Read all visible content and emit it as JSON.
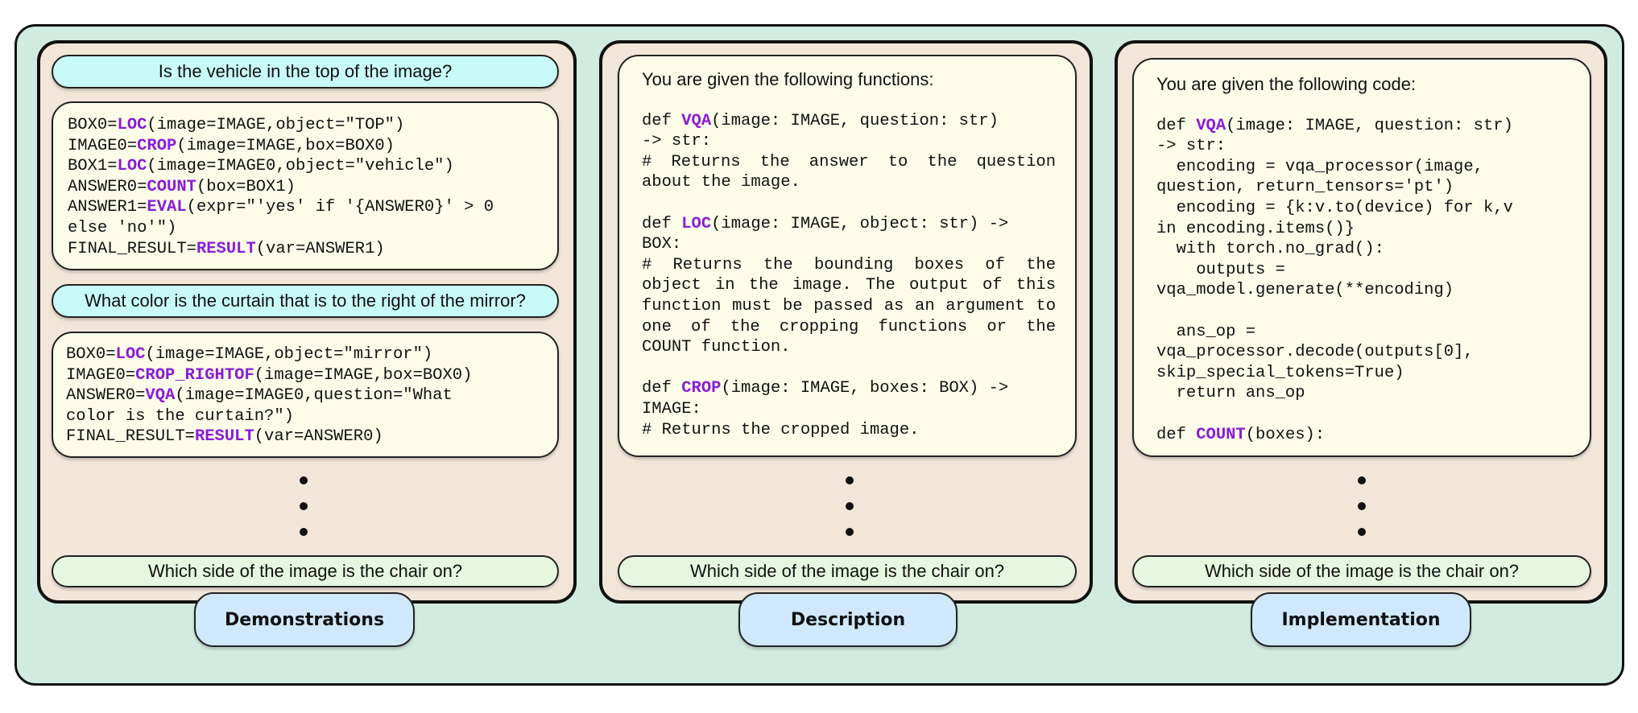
{
  "demonstrations": {
    "q1": "Is the vehicle in the top of the image?",
    "code1": [
      {
        "pre": "BOX0=",
        "fn": "LOC",
        "post": "(image=IMAGE,object=\"TOP\")"
      },
      {
        "pre": "IMAGE0=",
        "fn": "CROP",
        "post": "(image=IMAGE,box=BOX0)"
      },
      {
        "pre": "BOX1=",
        "fn": "LOC",
        "post": "(image=IMAGE0,object=\"vehicle\")"
      },
      {
        "pre": "ANSWER0=",
        "fn": "COUNT",
        "post": "(box=BOX1)"
      },
      {
        "pre": "ANSWER1=",
        "fn": "EVAL",
        "post": "(expr=\"'yes' if '{ANSWER0}' > 0"
      },
      {
        "pre": "else 'no'\")",
        "fn": "",
        "post": ""
      },
      {
        "pre": "FINAL_RESULT=",
        "fn": "RESULT",
        "post": "(var=ANSWER1)"
      }
    ],
    "q2": "What color is the curtain that is to the right of the mirror?",
    "code2": [
      {
        "pre": "BOX0=",
        "fn": "LOC",
        "post": "(image=IMAGE,object=\"mirror\")"
      },
      {
        "pre": "IMAGE0=",
        "fn": "CROP_RIGHTOF",
        "post": "(image=IMAGE,box=BOX0)"
      },
      {
        "pre": "ANSWER0=",
        "fn": "VQA",
        "post": "(image=IMAGE0,question=\"What"
      },
      {
        "pre": "color is the curtain?\")",
        "fn": "",
        "post": ""
      },
      {
        "pre": "FINAL_RESULT=",
        "fn": "RESULT",
        "post": "(var=ANSWER0)"
      }
    ],
    "final_question": "Which side of the image is the chair on?",
    "label": "Demonstrations"
  },
  "description": {
    "intro": "You are given the following functions:",
    "blocks": [
      {
        "sig_pre": "def ",
        "fn": "VQA",
        "sig_post": "(image: IMAGE, question: str)",
        "sig_cont": "-> str:",
        "comment": "# Returns the answer to the question about the image."
      },
      {
        "sig_pre": "def ",
        "fn": "LOC",
        "sig_post": "(image: IMAGE, object: str) ->",
        "sig_cont": "BOX:",
        "comment": "# Returns the bounding boxes of the object in the image. The output of this function must be passed as an argument to one of the cropping functions or the COUNT function."
      },
      {
        "sig_pre": "def ",
        "fn": "CROP",
        "sig_post": "(image: IMAGE, boxes: BOX) ->",
        "sig_cont": "IMAGE:",
        "comment": "# Returns the cropped image."
      }
    ],
    "final_question": "Which side of the image is the chair on?",
    "label": "Description"
  },
  "implementation": {
    "intro": "You are given the following code:",
    "code": [
      {
        "pre": "def ",
        "fn": "VQA",
        "post": "(image: IMAGE, question: str)"
      },
      {
        "pre": "-> str:",
        "fn": "",
        "post": ""
      },
      {
        "pre": "  encoding = vqa_processor(image,",
        "fn": "",
        "post": ""
      },
      {
        "pre": "question, return_tensors='pt')",
        "fn": "",
        "post": ""
      },
      {
        "pre": "  encoding = {k:v.to(device) for k,v",
        "fn": "",
        "post": ""
      },
      {
        "pre": "in encoding.items()}",
        "fn": "",
        "post": ""
      },
      {
        "pre": "  with torch.no_grad():",
        "fn": "",
        "post": ""
      },
      {
        "pre": "    outputs =",
        "fn": "",
        "post": ""
      },
      {
        "pre": "vqa_model.generate(**encoding)",
        "fn": "",
        "post": ""
      },
      {
        "pre": "",
        "fn": "",
        "post": ""
      },
      {
        "pre": "  ans_op =",
        "fn": "",
        "post": ""
      },
      {
        "pre": "vqa_processor.decode(outputs[0],",
        "fn": "",
        "post": ""
      },
      {
        "pre": "skip_special_tokens=True)",
        "fn": "",
        "post": ""
      },
      {
        "pre": "  return ans_op",
        "fn": "",
        "post": ""
      },
      {
        "pre": "",
        "fn": "",
        "post": ""
      },
      {
        "pre": "def ",
        "fn": "COUNT",
        "post": "(boxes):"
      }
    ],
    "final_question": "Which side of the image is the chair on?",
    "label": "Implementation"
  }
}
